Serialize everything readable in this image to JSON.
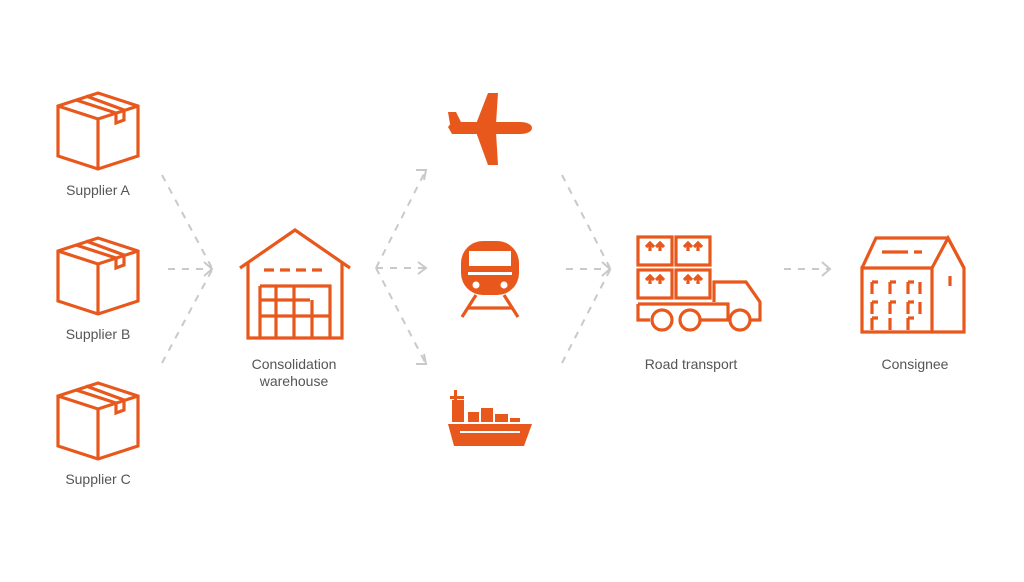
{
  "colors": {
    "accent": "#e8581c",
    "connector": "#c9c9c9",
    "label": "#555555"
  },
  "nodes": {
    "supplier_a": {
      "label": "Supplier A",
      "icon": "box-icon"
    },
    "supplier_b": {
      "label": "Supplier B",
      "icon": "box-icon"
    },
    "supplier_c": {
      "label": "Supplier C",
      "icon": "box-icon"
    },
    "consolidation": {
      "label_line1": "Consolidation",
      "label_line2": "warehouse",
      "icon": "warehouse-icon"
    },
    "air": {
      "icon": "airplane-icon"
    },
    "rail": {
      "icon": "train-icon"
    },
    "sea": {
      "icon": "ship-icon"
    },
    "road": {
      "label": "Road transport",
      "icon": "truck-icon"
    },
    "consignee": {
      "label": "Consignee",
      "icon": "building-icon"
    }
  }
}
